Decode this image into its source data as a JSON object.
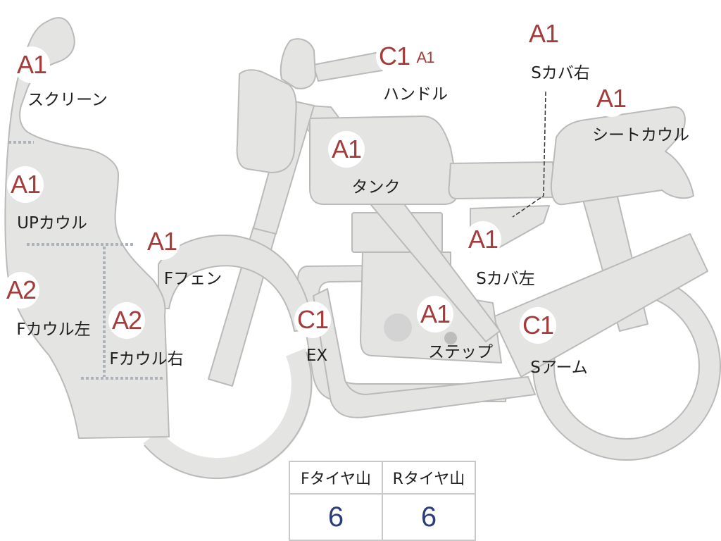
{
  "colors": {
    "body_fill": "#e4e5e3",
    "body_stroke": "#b9bbba",
    "grade_text": "#a33c3a",
    "value_text": "#2b3c7e",
    "table_border": "#c7c9cc"
  },
  "parts": {
    "screen": {
      "grade": "A1",
      "label": "スクリーン"
    },
    "up_cowl": {
      "grade": "A1",
      "label": "UPカウル"
    },
    "f_cowl_left": {
      "grade": "A2",
      "label": "Fカウル左"
    },
    "f_cowl_right": {
      "grade": "A2",
      "label": "Fカウル右"
    },
    "f_fender": {
      "grade": "A1",
      "label": "Fフェン"
    },
    "exhaust": {
      "grade": "C1",
      "label": "EX"
    },
    "tank": {
      "grade": "A1",
      "label": "タンク"
    },
    "handle": {
      "grade": "C1",
      "grade2": "A1",
      "label": "ハンドル"
    },
    "s_cover_right": {
      "grade": "A1",
      "label": "Sカバ右"
    },
    "seat_cowl": {
      "grade": "A1",
      "label": "シートカウル"
    },
    "s_cover_left": {
      "grade": "A1",
      "label": "Sカバ左"
    },
    "step": {
      "grade": "A1",
      "label": "ステップ"
    },
    "swing_arm": {
      "grade": "C1",
      "label": "Sアーム"
    }
  },
  "tire_tread": {
    "front_label": "Fタイヤ山",
    "rear_label": "Rタイヤ山",
    "front_value": "6",
    "rear_value": "6"
  }
}
